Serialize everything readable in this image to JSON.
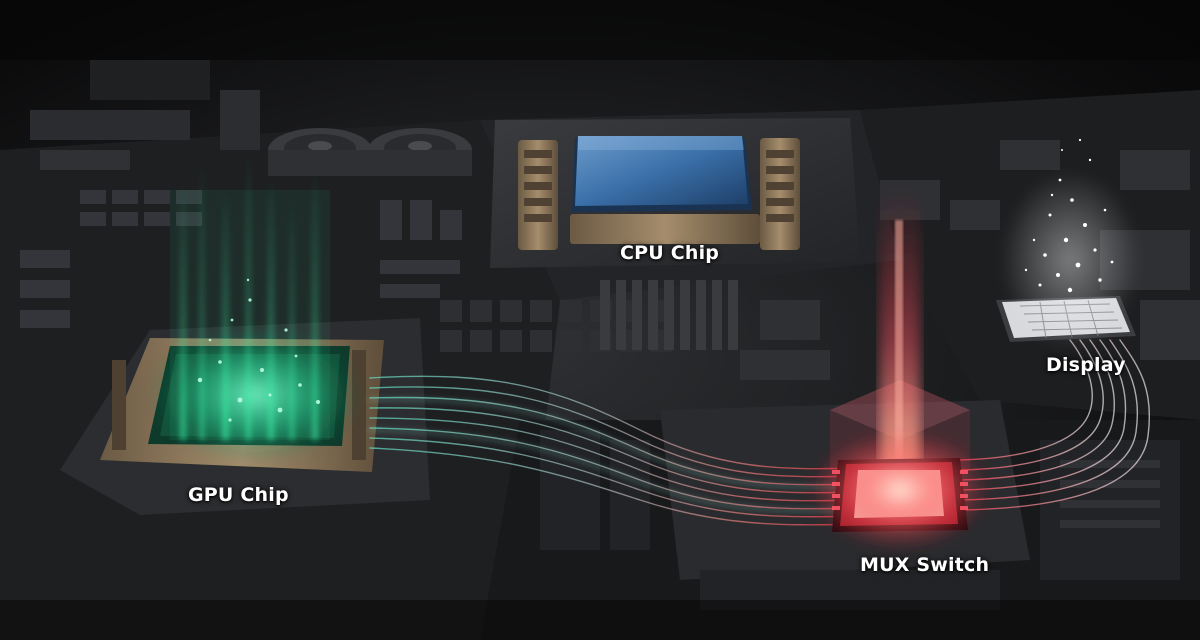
{
  "labels": {
    "cpu": "CPU Chip",
    "gpu": "GPU Chip",
    "display": "Display",
    "mux": "MUX Switch"
  },
  "colors": {
    "gpu_glow": "#3df2a8",
    "mux_glow": "#ff3344",
    "cpu_die": "#3a6fa8",
    "board": "#2a2b2e",
    "label_text": "#ffffff"
  }
}
